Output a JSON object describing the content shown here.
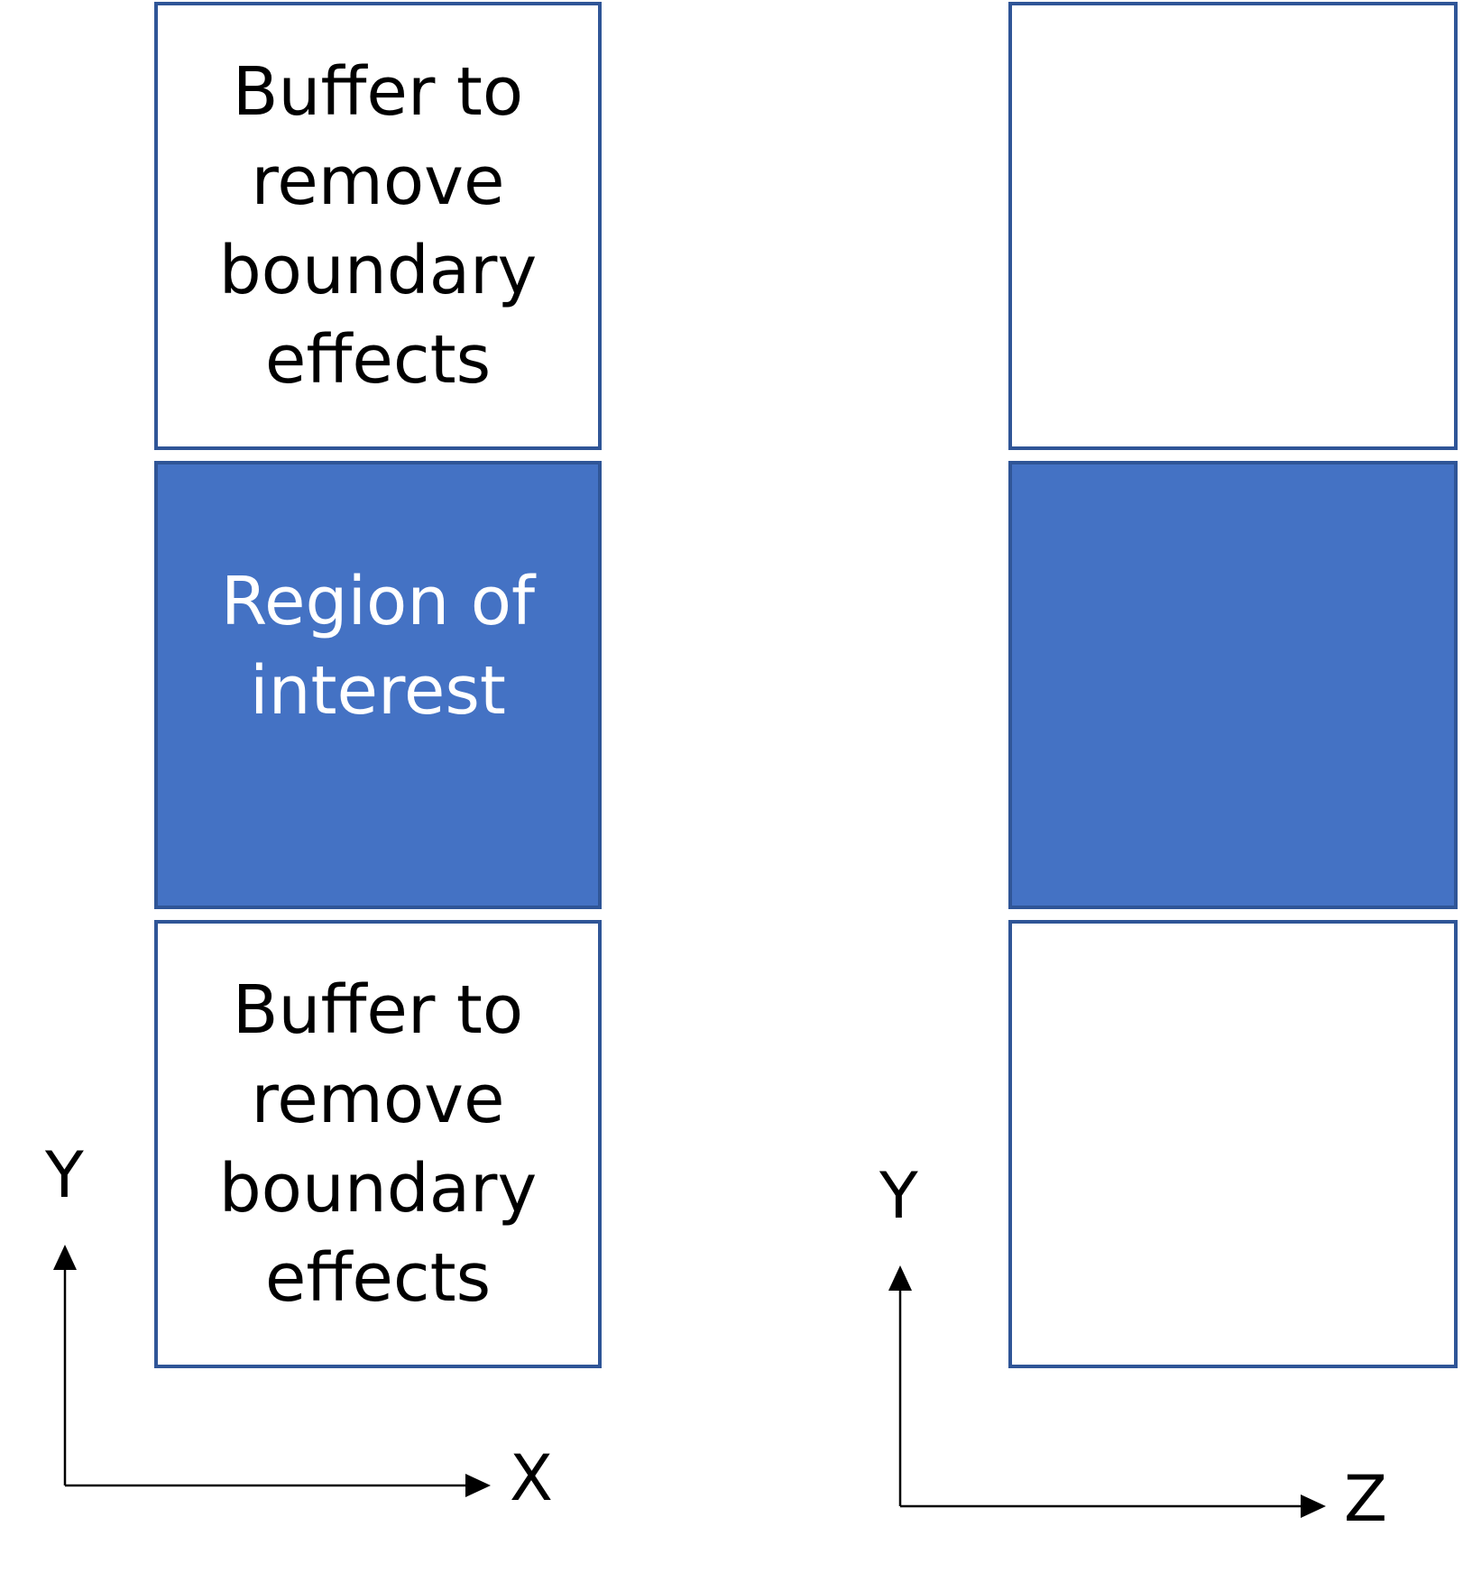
{
  "left_panel": {
    "top_box": {
      "label": "Buffer to remove boundary effects"
    },
    "middle_box": {
      "label": "Region of interest"
    },
    "bottom_box": {
      "label": "Buffer to remove boundary effects"
    },
    "axes": {
      "vertical_label": "Y",
      "horizontal_label": "X"
    }
  },
  "right_panel": {
    "top_box": {
      "label": ""
    },
    "middle_box": {
      "label": ""
    },
    "bottom_box": {
      "label": ""
    },
    "axes": {
      "vertical_label": "Y",
      "horizontal_label": "Z"
    }
  },
  "colors": {
    "box_border": "#2F5597",
    "region_fill": "#4472C4",
    "buffer_fill": "#FFFFFF",
    "region_text": "#FFFFFF",
    "buffer_text": "#000000",
    "axis_line": "#000000"
  }
}
